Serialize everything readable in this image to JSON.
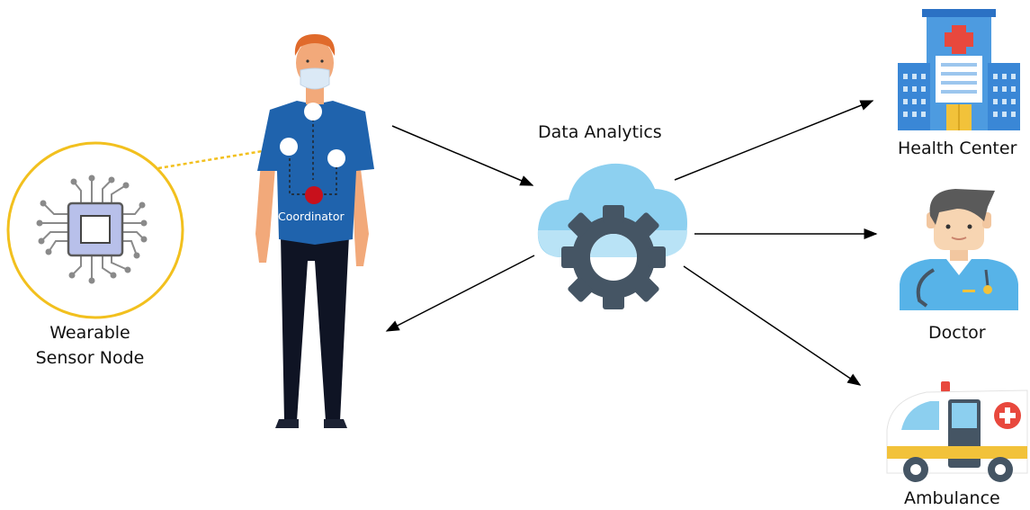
{
  "labels": {
    "sensor_line1": "Wearable",
    "sensor_line2": "Sensor Node",
    "coordinator": "Coordinator",
    "analytics": "Data Analytics",
    "health_center": "Health Center",
    "doctor": "Doctor",
    "ambulance": "Ambulance"
  },
  "colors": {
    "circle_outline": "#f2c01e",
    "shirt": "#1f63ad",
    "pants": "#0f1424",
    "skin": "#f2a97a",
    "hair": "#e06a2b",
    "cloud": "#8dd0f0",
    "gear": "#455564",
    "coordinator_node": "#c8101c",
    "hospital_blue": "#4d9be0",
    "ambulance_red": "#e8483d"
  },
  "icons": [
    "chip-icon",
    "person-figure",
    "cloud-gear-icon",
    "hospital-icon",
    "doctor-icon",
    "ambulance-icon"
  ]
}
